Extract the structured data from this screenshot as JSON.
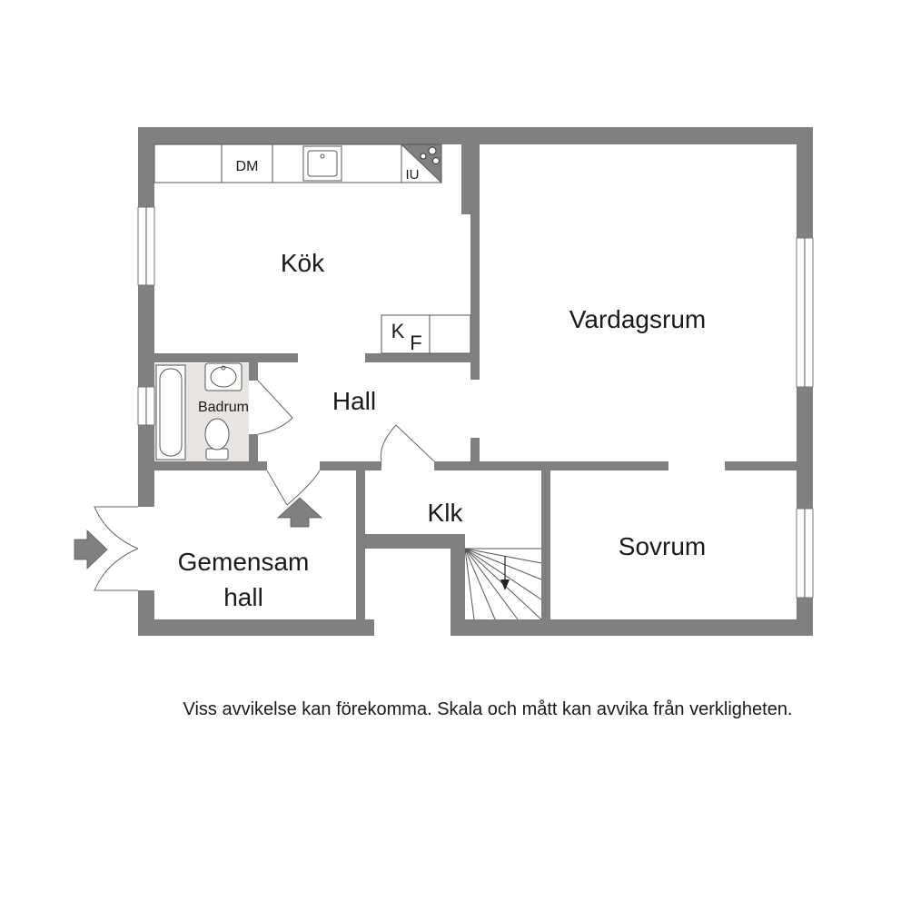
{
  "rooms": {
    "kitchen": "Kök",
    "living_room": "Vardagsrum",
    "hall": "Hall",
    "bathroom": "Badrum",
    "closet": "Klk",
    "bedroom": "Sovrum",
    "shared_hall_line1": "Gemensam",
    "shared_hall_line2": "hall"
  },
  "appliances": {
    "dishwasher": "DM",
    "oven": "IU",
    "fridge_k": "K",
    "fridge_f": "F"
  },
  "disclaimer": "Viss avvikelse kan förekomma. Skala och mått kan avvika från verkligheten.",
  "colors": {
    "wall": "#808080",
    "bathroom_floor": "#e8e5e0",
    "background": "#ffffff"
  }
}
